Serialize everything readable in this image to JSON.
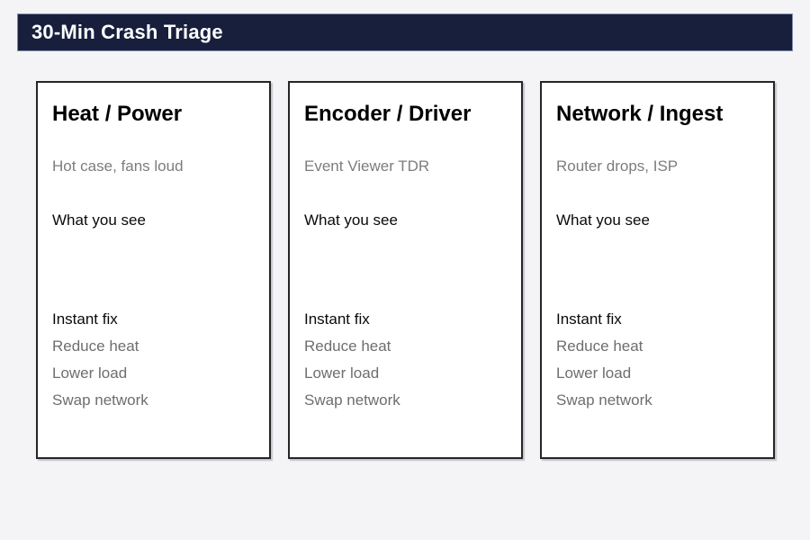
{
  "page": {
    "background_color": "#f4f4f6"
  },
  "header": {
    "title": "30-Min Crash Triage",
    "background_color": "#171f3d",
    "border_color": "#7f8ca9",
    "text_color": "#ffffff"
  },
  "cards": [
    {
      "title": "Heat / Power",
      "subtitle": "Hot case, fans loud",
      "see_label": "What you see",
      "fix_label": "Instant fix",
      "fixes": [
        "Reduce heat",
        "Lower load",
        "Swap network"
      ]
    },
    {
      "title": "Encoder / Driver",
      "subtitle": "Event Viewer TDR",
      "see_label": "What you see",
      "fix_label": "Instant fix",
      "fixes": [
        "Reduce heat",
        "Lower load",
        "Swap network"
      ]
    },
    {
      "title": "Network / Ingest",
      "subtitle": "Router drops, ISP",
      "see_label": "What you see",
      "fix_label": "Instant fix",
      "fixes": [
        "Reduce heat",
        "Lower load",
        "Swap network"
      ]
    }
  ]
}
